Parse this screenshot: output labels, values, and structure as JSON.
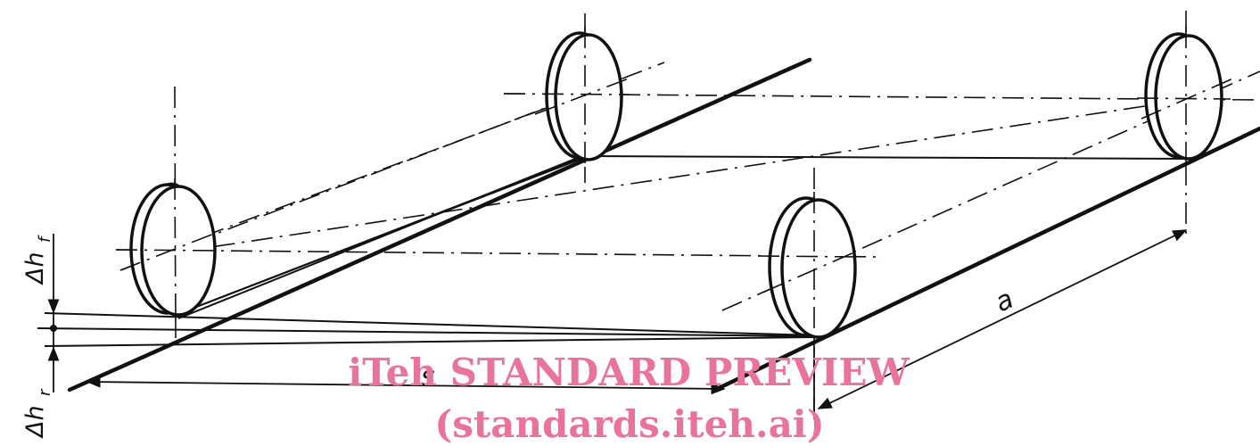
{
  "labels": {
    "a": "a",
    "s": "s",
    "dh_f_main": "Δh",
    "dh_f_sub": "f",
    "dh_r_main": "Δh",
    "dh_r_sub": "r"
  },
  "watermark": {
    "line1": "iTeh STANDARD PREVIEW",
    "line2": "(standards.iteh.ai)"
  },
  "colors": {
    "ink": "#111111",
    "watermark": "#e8739c",
    "background": "#ffffff"
  }
}
